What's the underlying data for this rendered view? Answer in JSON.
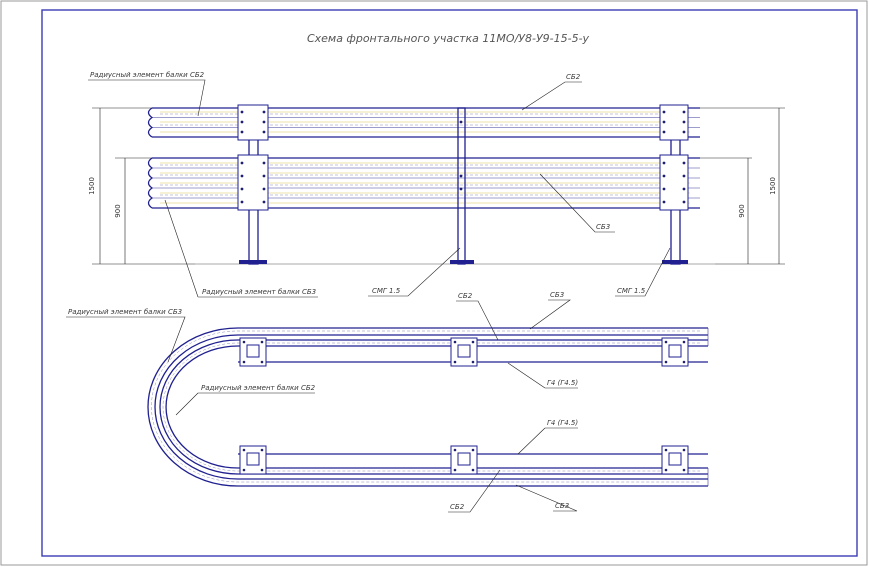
{
  "drawing": {
    "title": "Схема фронтального участка 11МО/У8-У9-15-5-у"
  },
  "front_view": {
    "labels": {
      "beam_top": "СБ2",
      "beam_bottom": "СБ3",
      "radius_top": "Радиусный элемент балки СБ2",
      "radius_bottom": "Радиусный элемент балки СБ3",
      "post_left": "СМГ 1.5",
      "post_right": "СМГ 1.5"
    },
    "dimensions": {
      "left_outer": "1500",
      "left_inner": "900",
      "right_inner": "900",
      "right_outer": "1500"
    }
  },
  "plan_view": {
    "labels": {
      "radius_outer": "Радиусный элемент балки СБ3",
      "radius_inner": "Радиусный элемент балки СБ2",
      "top_sb2": "СБ2",
      "top_sb3": "СБ3",
      "top_g4": "Г4 (Г4.5)",
      "bot_g4": "Г4 (Г4.5)",
      "bot_sb2": "СБ2",
      "bot_sb3": "СБ3"
    }
  },
  "colors": {
    "frame": "#3b3bb5",
    "lines": "#202090",
    "rail_fill": "#f4ecc4"
  }
}
